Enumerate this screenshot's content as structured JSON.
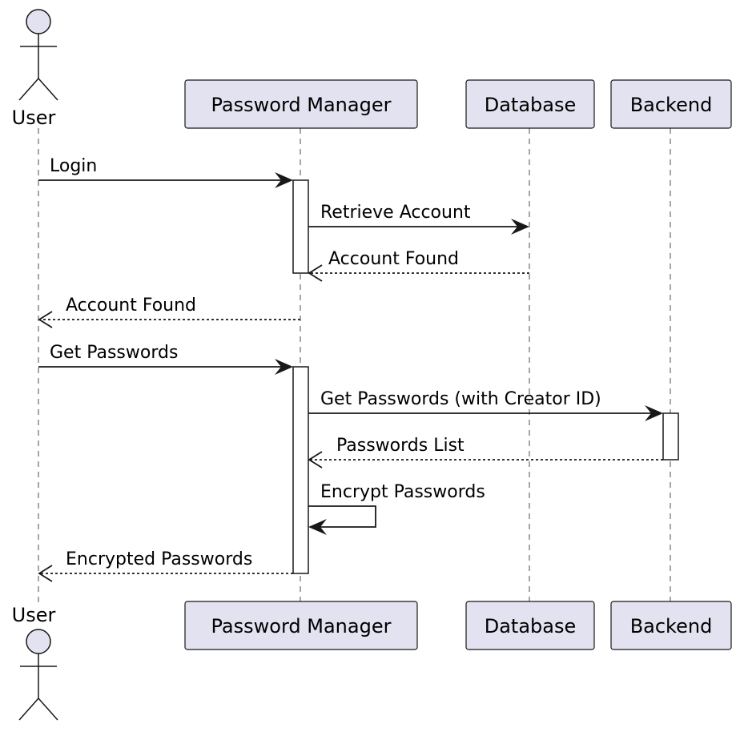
{
  "colors": {
    "participant_fill": "#E2E2F0",
    "line": "#181818",
    "lifeline": "#808080",
    "background": "#FFFFFF"
  },
  "participants": [
    {
      "id": "user",
      "label": "User",
      "kind": "actor"
    },
    {
      "id": "pm",
      "label": "Password Manager",
      "kind": "participant"
    },
    {
      "id": "db",
      "label": "Database",
      "kind": "participant"
    },
    {
      "id": "be",
      "label": "Backend",
      "kind": "participant"
    }
  ],
  "messages": [
    {
      "from": "user",
      "to": "pm",
      "label": "Login",
      "style": "solid"
    },
    {
      "from": "pm",
      "to": "db",
      "label": "Retrieve Account",
      "style": "solid"
    },
    {
      "from": "db",
      "to": "pm",
      "label": "Account Found",
      "style": "dashed"
    },
    {
      "from": "pm",
      "to": "user",
      "label": "Account Found",
      "style": "dashed"
    },
    {
      "from": "user",
      "to": "pm",
      "label": "Get Passwords",
      "style": "solid"
    },
    {
      "from": "pm",
      "to": "be",
      "label": "Get Passwords (with Creator ID)",
      "style": "solid"
    },
    {
      "from": "be",
      "to": "pm",
      "label": "Passwords List",
      "style": "dashed"
    },
    {
      "from": "pm",
      "to": "pm",
      "label": "Encrypt Passwords",
      "style": "solid"
    },
    {
      "from": "pm",
      "to": "user",
      "label": "Encrypted Passwords",
      "style": "dashed"
    }
  ]
}
